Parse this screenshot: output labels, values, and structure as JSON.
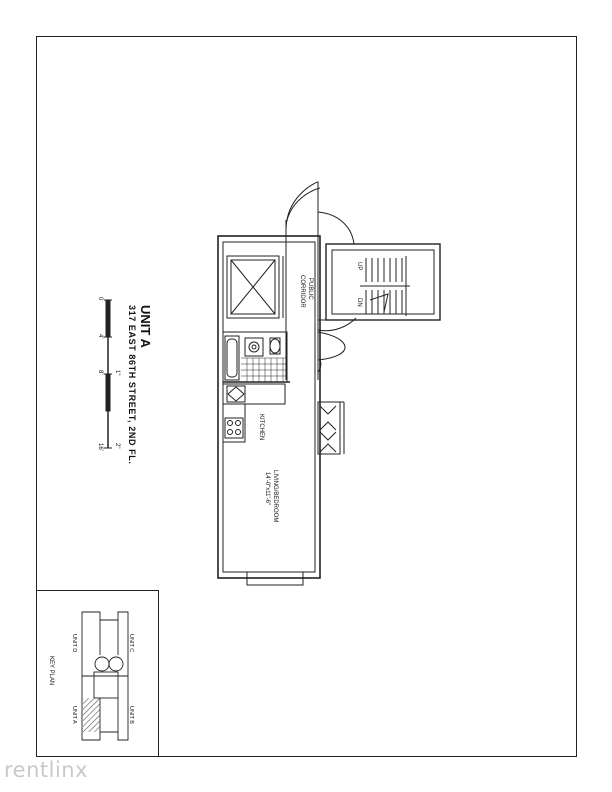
{
  "title": {
    "unit": "UNIT A",
    "address": "317 EAST 86TH STREET, 2ND FL."
  },
  "scale_bar": {
    "ticks": [
      "0",
      "4'",
      "8'",
      "16'"
    ],
    "sub_ticks": [
      "1\"",
      "2\""
    ]
  },
  "plan_labels": {
    "public_corridor_line1": "PUBLIC",
    "public_corridor_line2": "CORRIDOR",
    "stair_up": "UP",
    "stair_down": "DN",
    "kitchen": "KITCHEN",
    "living_line1": "LIVING/BEDROOM",
    "living_line2": "14'-0\"x11'-6\""
  },
  "key_plan": {
    "title": "KEY PLAN",
    "unit_a": "UNIT A",
    "unit_b": "UNIT B",
    "unit_c": "UNIT C",
    "unit_d": "UNIT D"
  },
  "watermark": "rentlinx",
  "colors": {
    "line": "#222222",
    "watermark": "#c9c9c9",
    "hatch": "#555555"
  }
}
